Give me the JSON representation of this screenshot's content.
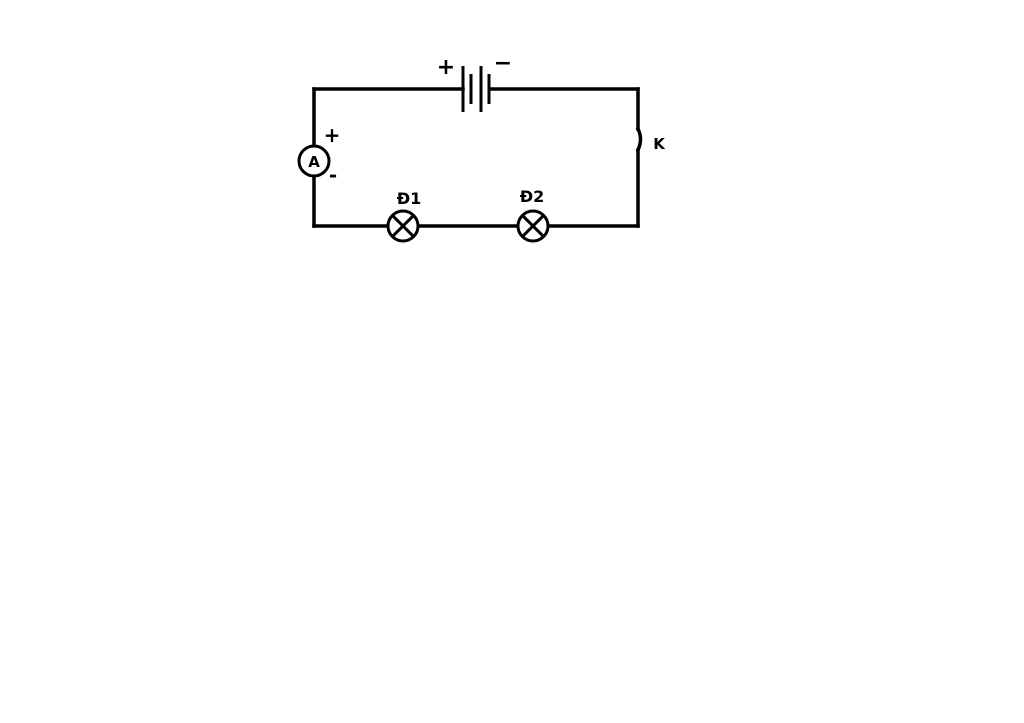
{
  "battery": {
    "plus_sign": "+",
    "minus_sign": "−"
  },
  "ammeter": {
    "symbol": "A",
    "plus_sign": "+",
    "minus_sign": "-"
  },
  "lamps": [
    {
      "label": "Đ1"
    },
    {
      "label": "Đ2"
    }
  ],
  "switch": {
    "label": "K"
  },
  "colors": {
    "wire": "#000000",
    "background": "#ffffff"
  }
}
